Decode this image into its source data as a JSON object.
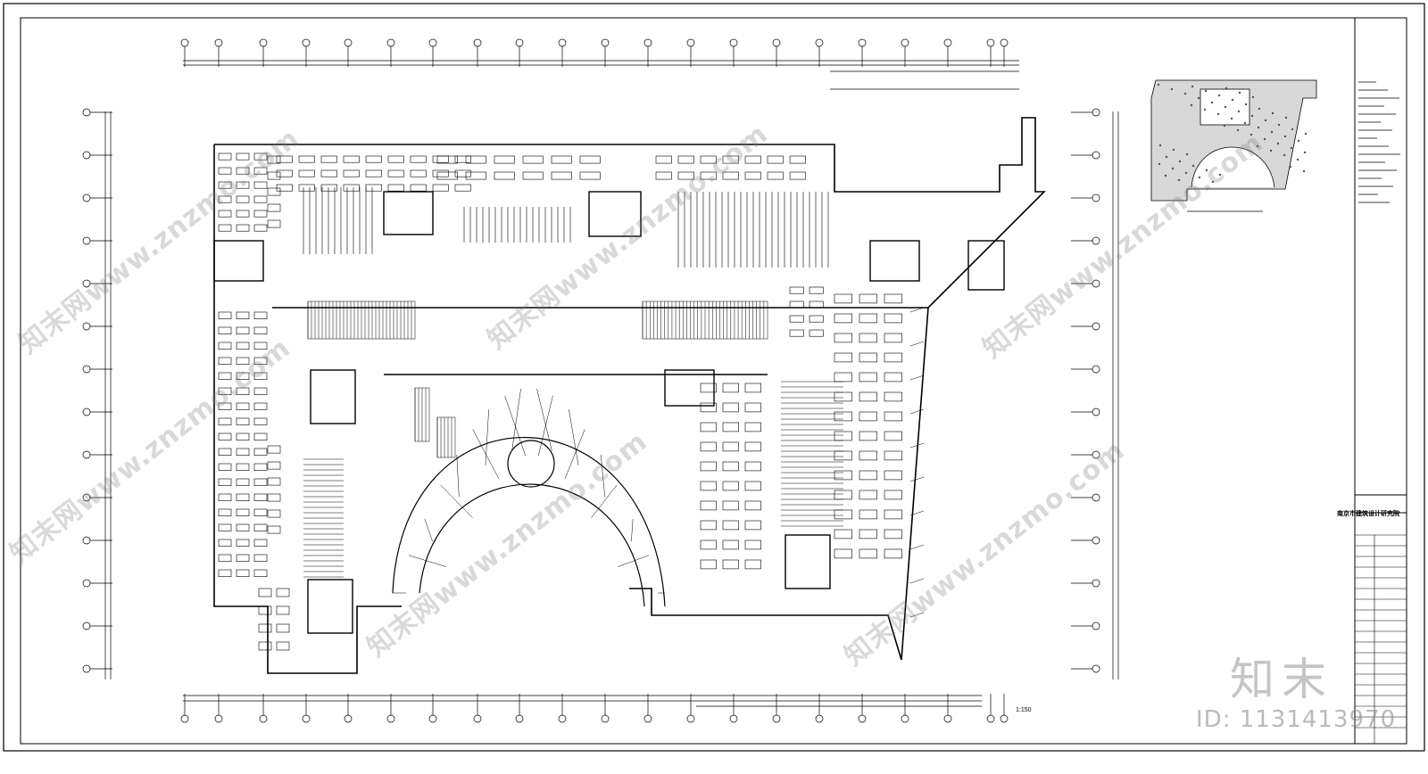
{
  "drawing": {
    "scale_label": "1:150",
    "firm_name": "南京市建筑设计研究院"
  },
  "watermark": {
    "site_text": "知末网www.znzmo.com",
    "logo_text": "知末",
    "id_text": "ID: 1131413970"
  }
}
